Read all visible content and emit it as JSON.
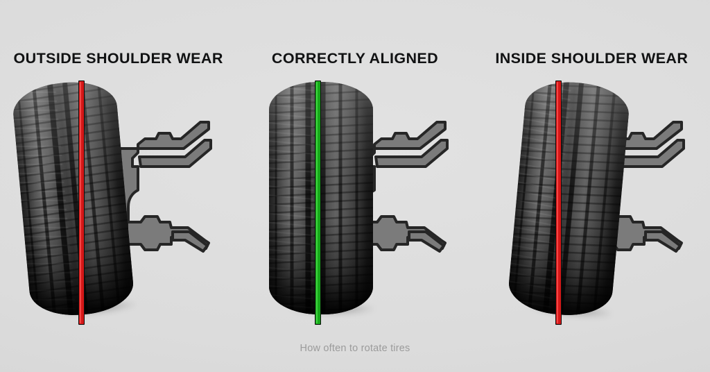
{
  "background": {
    "color": "#dcdcdc"
  },
  "caption": {
    "text": "How often to rotate tires",
    "color": "#9b9b9b"
  },
  "colors": {
    "misaligned_line": "#d41717",
    "aligned_line": "#16a81a",
    "line_outline": "#0d0d0d",
    "suspension_fill": "#7b7b7b",
    "suspension_outline": "#262626",
    "title_text": "#111213"
  },
  "panels": [
    {
      "id": "outside-shoulder-wear",
      "title": "OUTSIDE SHOULDER WEAR",
      "camber": "negative",
      "tilt_deg": -5.2,
      "line_color": "#d41717",
      "line_highlight": "#ff5555",
      "line_state": "misaligned"
    },
    {
      "id": "correctly-aligned",
      "title": "CORRECTLY ALIGNED",
      "camber": "zero",
      "tilt_deg": 0,
      "line_color": "#16a81a",
      "line_highlight": "#4de04d",
      "line_state": "aligned"
    },
    {
      "id": "inside-shoulder-wear",
      "title": "INSIDE SHOULDER WEAR",
      "camber": "positive",
      "tilt_deg": 5.2,
      "line_color": "#d41717",
      "line_highlight": "#ff5555",
      "line_state": "misaligned"
    }
  ]
}
